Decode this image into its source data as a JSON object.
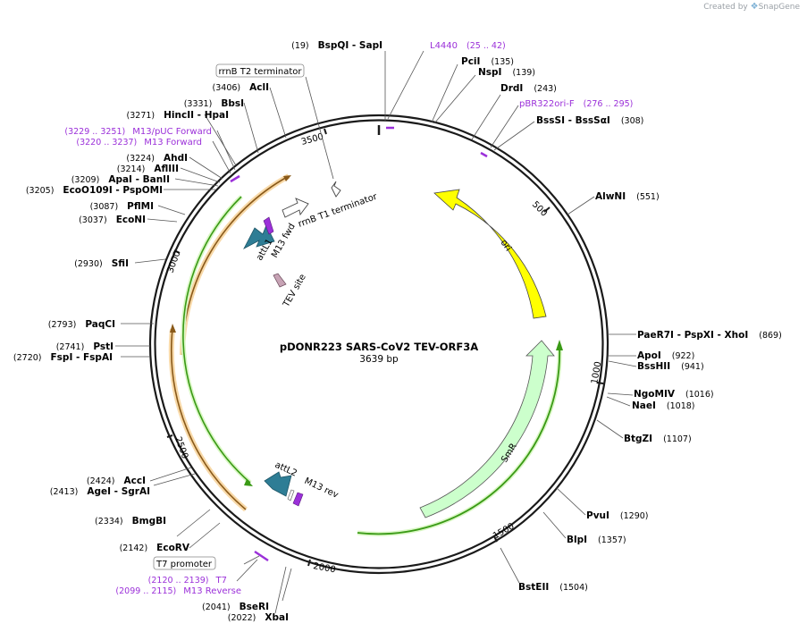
{
  "brand": {
    "created_by": "Created by",
    "name": "SnapGene"
  },
  "plasmid": {
    "name": "pDONR223 SARS-CoV2 TEV-ORF3A",
    "length_label": "3639 bp",
    "length": 3639
  },
  "right_sites": [
    {
      "label": "PciI",
      "pos": "(135)"
    },
    {
      "label": "NspI",
      "pos": "(139)"
    },
    {
      "label": "DrdI",
      "pos": "(243)"
    },
    {
      "label": "BssSI  - BssSαI",
      "pos": "(308)"
    },
    {
      "label": "AlwNI",
      "pos": "(551)"
    },
    {
      "label": "PaeR7I  - PspXI  - XhoI",
      "pos": "(869)"
    },
    {
      "label": "ApoI",
      "pos": "(922)"
    },
    {
      "label": "BssHII",
      "pos": "(941)"
    },
    {
      "label": "NgoMIV",
      "pos": "(1016)"
    },
    {
      "label": "NaeI",
      "pos": "(1018)"
    },
    {
      "label": "BtgZI",
      "pos": "(1107)"
    },
    {
      "label": "PvuI",
      "pos": "(1290)"
    },
    {
      "label": "BlpI",
      "pos": "(1357)"
    },
    {
      "label": "BstEII",
      "pos": "(1504)"
    }
  ],
  "left_sites": [
    {
      "pos": "(19)",
      "label": "BspQI  - SapI"
    },
    {
      "pos": "(3406)",
      "label": "AclI"
    },
    {
      "pos": "(3331)",
      "label": "BbsI"
    },
    {
      "pos": "(3271)",
      "label": "HincII  - HpaI"
    },
    {
      "pos": "(3224)",
      "label": "AhdI"
    },
    {
      "pos": "(3214)",
      "label": "AflIII"
    },
    {
      "pos": "(3209)",
      "label": "ApaI  - BanII"
    },
    {
      "pos": "(3205)",
      "label": "EcoO109I  - PspOMI"
    },
    {
      "pos": "(3087)",
      "label": "PflMI"
    },
    {
      "pos": "(3037)",
      "label": "EcoNI"
    },
    {
      "pos": "(2930)",
      "label": "SfiI"
    },
    {
      "pos": "(2793)",
      "label": "PaqCI"
    },
    {
      "pos": "(2741)",
      "label": "PstI"
    },
    {
      "pos": "(2720)",
      "label": "FspI  - FspAI"
    },
    {
      "pos": "(2424)",
      "label": "AccI"
    },
    {
      "pos": "(2413)",
      "label": "AgeI  - SgrAI"
    },
    {
      "pos": "(2334)",
      "label": "BmgBI"
    },
    {
      "pos": "(2142)",
      "label": "EcoRV"
    },
    {
      "pos": "(2041)",
      "label": "BseRI"
    },
    {
      "pos": "(2022)",
      "label": "XbaI"
    }
  ],
  "primers": [
    {
      "label": "L4440",
      "range": "(25 .. 42)"
    },
    {
      "label": "pBR322ori-F",
      "range": "(276 .. 295)"
    },
    {
      "label": "M13/pUC Forward",
      "range": "(3229 .. 3251)"
    },
    {
      "label": "M13 Forward",
      "range": "(3220 .. 3237)"
    },
    {
      "label": "T7",
      "range": "(2120 .. 2139)"
    },
    {
      "label": "M13 Reverse",
      "range": "(2099 .. 2115)"
    }
  ],
  "boxed_features": {
    "rrnb_t2": "rrnB T2 terminator",
    "t7_promoter": "T7 promoter"
  },
  "inner_features": {
    "rrnb_t1": "rrnB T1 terminator",
    "attl1": "attL1",
    "m13_fwd": "M13 fwd",
    "tev": "TEV site",
    "attl2": "attL2",
    "m13_rev": "M13 rev",
    "ori": "ori",
    "smr": "SmR"
  },
  "ticks": [
    "500",
    "1000",
    "1500",
    "2000",
    "2500",
    "3000",
    "3500"
  ],
  "colors": {
    "ori": "#ffff00",
    "smr": "#ccffcc",
    "att": "#2e7d95",
    "primer": "#9b30d9",
    "insert": "#f5c27a",
    "green_feature": "#3a9a16",
    "tev": "#c7a3b5"
  }
}
